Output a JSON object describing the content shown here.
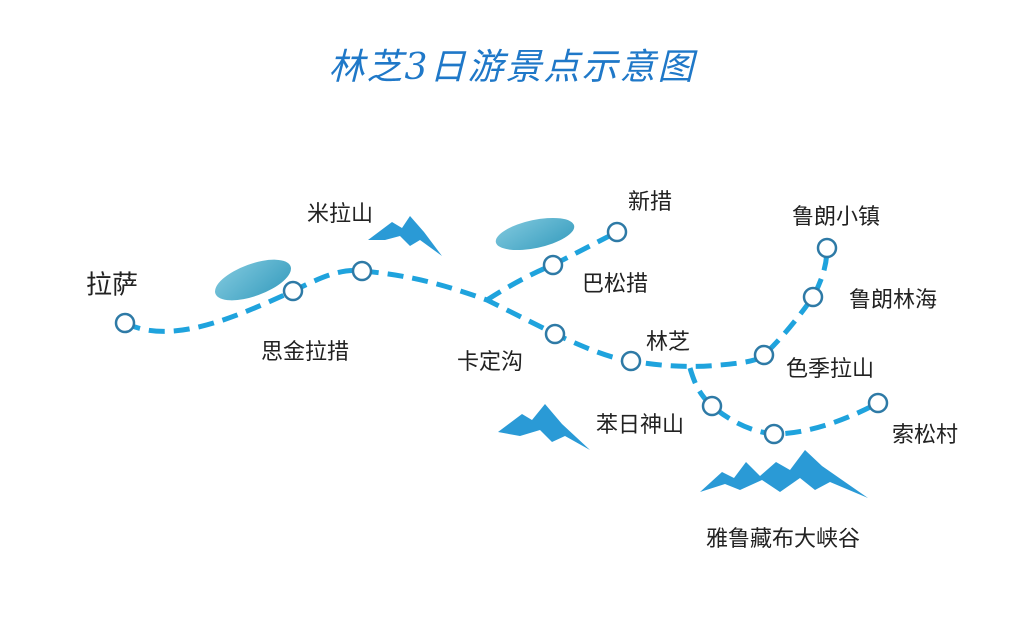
{
  "title": "林芝3日游景点示意图",
  "colors": {
    "route": "#1fa3dd",
    "node_stroke": "#2e7aa6",
    "title": "#1f78c8",
    "mountain": "#2a9ad6",
    "lake": "#4fb0cf"
  },
  "stops": {
    "lhasa": "拉萨",
    "sijinlacuo": "思金拉措",
    "milashan": "米拉山",
    "kadinggou": "卡定沟",
    "basongcuo": "巴松措",
    "xincuo": "新措",
    "linzhi": "林芝",
    "sejilashan": "色季拉山",
    "lulanglinhai": "鲁朗林海",
    "lulangxiaozhen": "鲁朗小镇",
    "benrishenshan": "苯日神山",
    "suosongcun": "索松村",
    "yarlung": "雅鲁藏布大峡谷"
  }
}
